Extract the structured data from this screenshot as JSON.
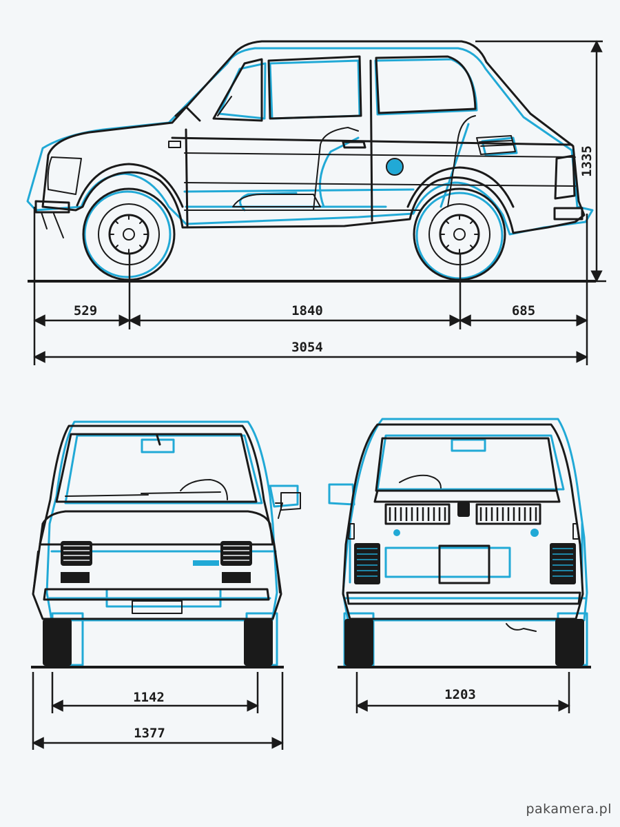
{
  "dimensions": {
    "front_overhang": "529",
    "wheelbase": "1840",
    "rear_overhang": "685",
    "overall_length": "3054",
    "height": "1335",
    "front_track": "1142",
    "front_width": "1377",
    "rear_track": "1203"
  },
  "watermark": "pakamera.pl",
  "colors": {
    "ink": "#1a1a1a",
    "accent": "#21a9d6",
    "background": "#f4f7f9"
  }
}
